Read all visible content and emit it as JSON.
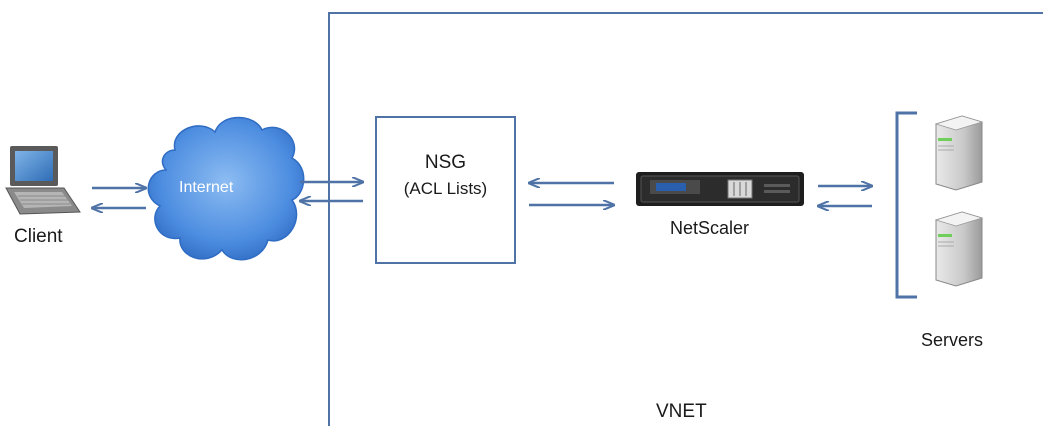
{
  "labels": {
    "client": "Client",
    "internet": "Internet",
    "nsg_title": "NSG",
    "nsg_subtitle": "(ACL Lists)",
    "netscaler": "NetScaler",
    "servers": "Servers",
    "vnet": "VNET"
  },
  "colors": {
    "line": "#4f73a6",
    "cloud_fill": "#4d8de0",
    "cloud_edge": "#2f6cc4"
  },
  "icons": [
    "laptop-icon",
    "cloud-icon",
    "netscaler-appliance-icon",
    "server-icon",
    "server-icon"
  ]
}
